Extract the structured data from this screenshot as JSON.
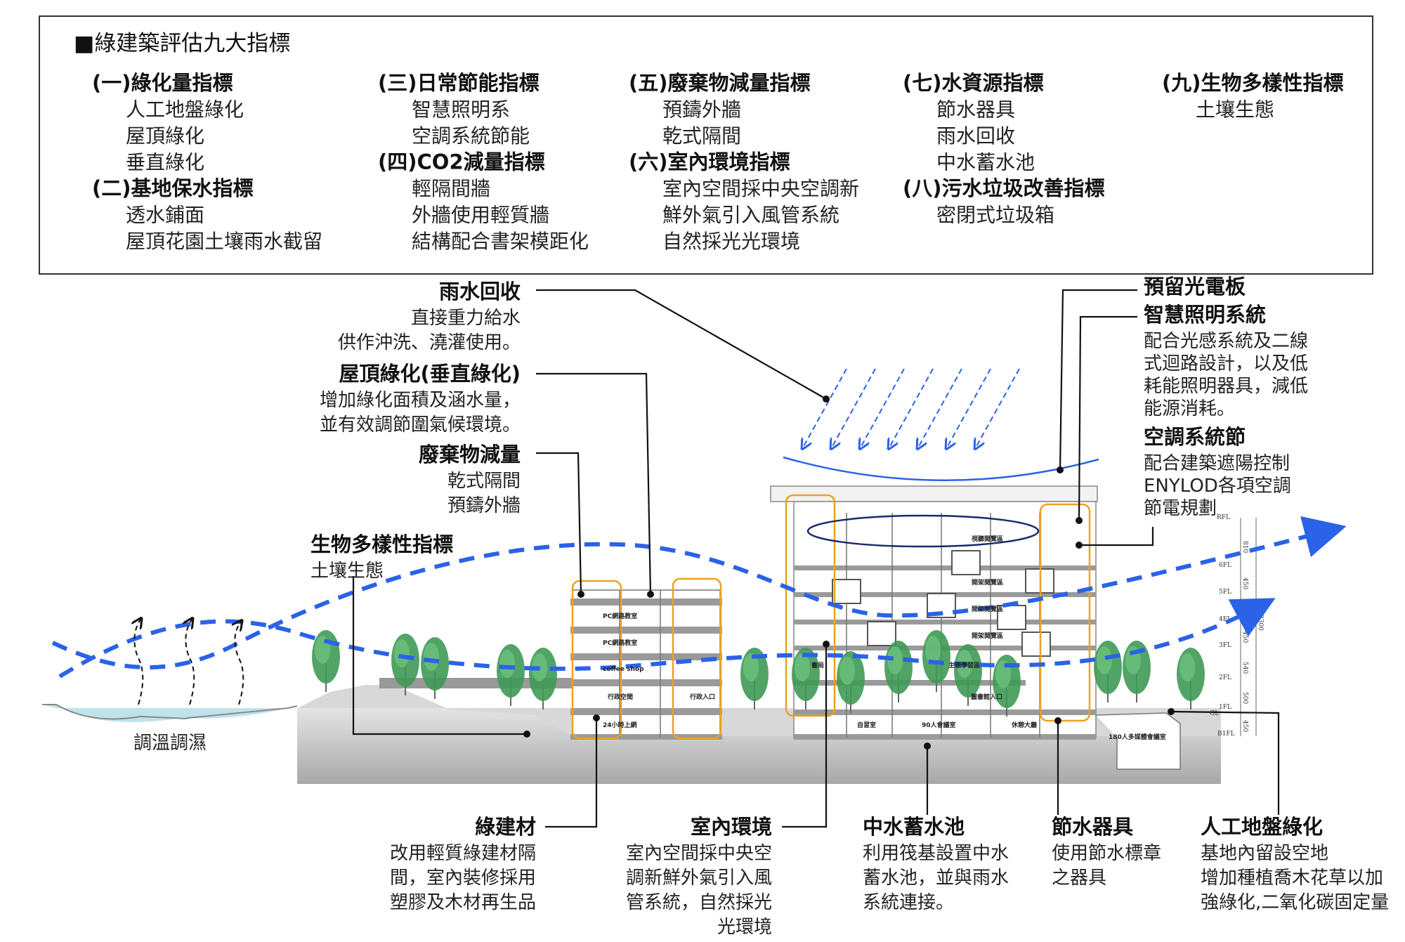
{
  "title": "■綠建築評估九大指標",
  "columns": [
    {
      "groups": [
        {
          "heading": "(一)綠化量指標",
          "items": [
            "人工地盤綠化",
            "屋頂綠化",
            "垂直綠化"
          ]
        },
        {
          "heading": "(二)基地保水指標",
          "items": [
            "透水鋪面",
            "屋頂花園土壤雨水截留"
          ]
        }
      ]
    },
    {
      "groups": [
        {
          "heading": "(三)日常節能指標",
          "items": [
            "智慧照明系",
            "空調系統節能"
          ]
        },
        {
          "heading": "(四)CO2減量指標",
          "items": [
            "輕隔間牆",
            "外牆使用輕質牆",
            "結構配合書架模距化"
          ]
        }
      ]
    },
    {
      "groups": [
        {
          "heading": "(五)廢棄物減量指標",
          "items": [
            "預鑄外牆",
            "乾式隔間"
          ]
        },
        {
          "heading": "(六)室內環境指標",
          "items": [
            "室內空間採中央空調新",
            "鮮外氣引入風管系統",
            "自然採光光環境"
          ]
        }
      ]
    },
    {
      "groups": [
        {
          "heading": "(七)水資源指標",
          "items": [
            "節水器具",
            "雨水回收",
            "中水蓄水池"
          ]
        },
        {
          "heading": "(八)污水垃圾改善指標",
          "items": [
            "密閉式垃圾箱"
          ]
        }
      ]
    },
    {
      "groups": [
        {
          "heading": "(九)生物多樣性指標",
          "items": [
            "土壤生態"
          ]
        }
      ]
    }
  ],
  "callouts_left": [
    {
      "heading": "雨水回收",
      "lines": [
        "直接重力給水",
        "供作沖洗、澆灌使用。"
      ]
    },
    {
      "heading": "屋頂綠化(垂直綠化)",
      "lines": [
        "增加綠化面積及涵水量，",
        "並有效調節圍氣候環境。"
      ]
    },
    {
      "heading": "廢棄物減量",
      "lines": [
        "乾式隔間",
        "預鑄外牆"
      ]
    }
  ],
  "biodiversity": {
    "heading": "生物多樣性指標",
    "lines": [
      "土壤生態"
    ]
  },
  "callouts_right": [
    {
      "heading": "預留光電板",
      "lines": []
    },
    {
      "heading": "智慧照明系統",
      "lines": [
        "配合光感系統及二線",
        "式迴路設計，以及低",
        "耗能照明器具，減低",
        "能源消耗。"
      ]
    },
    {
      "heading": "空調系統節",
      "lines": [
        "配合建築遮陽控制",
        "ENYLOD各項空調",
        "節電規劃"
      ]
    }
  ],
  "callouts_bottom": [
    {
      "heading": "綠建材",
      "lines": [
        "改用輕質綠建材隔",
        "間，室內裝修採用",
        "塑膠及木材再生品"
      ]
    },
    {
      "heading": "室內環境",
      "lines": [
        "室內空間採中央空",
        "調新鮮外氣引入風",
        "管系統，自然採光",
        "光環境"
      ]
    },
    {
      "heading": "中水蓄水池",
      "lines": [
        "利用筏基設置中水",
        "蓄水池，並與雨水",
        "系統連接。"
      ]
    },
    {
      "heading": "節水器具",
      "lines": [
        "使用節水標章",
        "之器具"
      ]
    },
    {
      "heading": "人工地盤綠化",
      "lines": [
        "基地內留設空地",
        "增加種植喬木花草以加",
        "強綠化,二氧化碳固定量"
      ]
    }
  ],
  "pond_label": "調溫調濕",
  "rooms": [
    "PC網路教室",
    "PC網路教室",
    "coffee shop",
    "行政空間",
    "行政入口",
    "24小時上網",
    "視聽閱覽區",
    "開架閱覽區",
    "開架閱覽區",
    "開架閱覽區",
    "書局",
    "主題學習區",
    "圖書館入口",
    "自習室",
    "90人會議室",
    "休憩大廳",
    "180人多媒體會議室"
  ],
  "floors": [
    "RFL",
    "6FL",
    "5FL",
    "4FL",
    "3FL",
    "2FL",
    "1FL",
    "GL",
    "B1FL"
  ],
  "dimensions": [
    "810",
    "450",
    "450",
    "540",
    "500",
    "450",
    "3300"
  ],
  "colors": {
    "wind": "#2a62e8",
    "highlight": "#f0a020",
    "tree": "#3f9a55",
    "ground": "#c8c8c8",
    "water": "#bfe3ea"
  }
}
